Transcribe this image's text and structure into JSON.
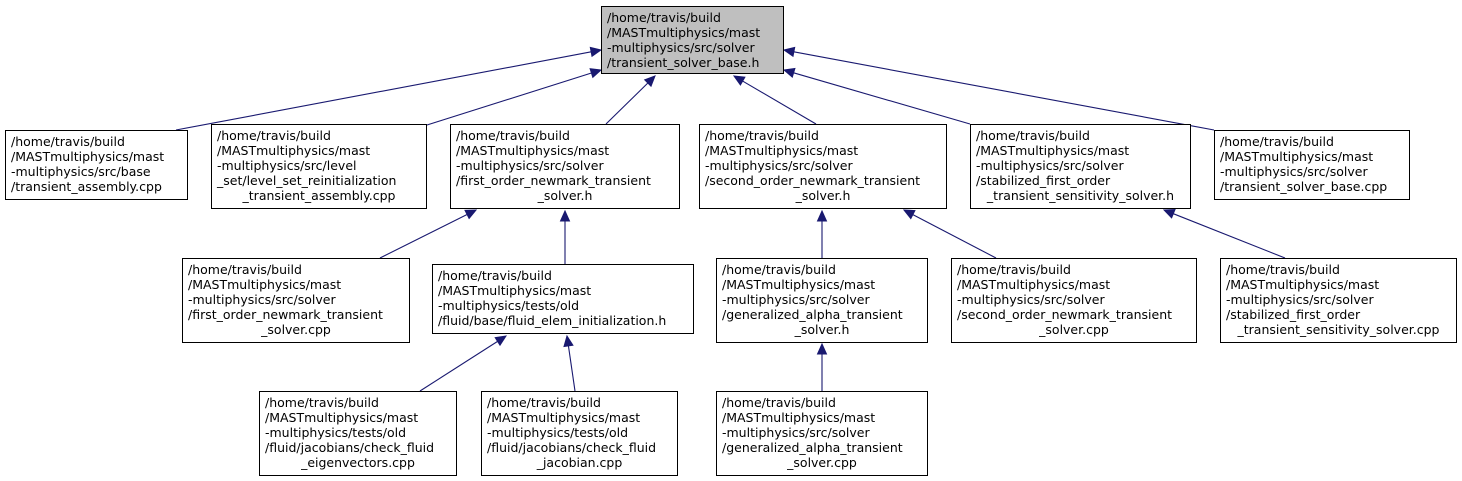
{
  "graph": {
    "edge_color": "#191970",
    "nodes": [
      {
        "id": "root",
        "highlight": true,
        "lines": [
          "/home/travis/build",
          "/MASTmultiphysics/mast",
          "-multiphysics/src/solver",
          "/transient_solver_base.h"
        ]
      },
      {
        "id": "n1",
        "lines": [
          "/home/travis/build",
          "/MASTmultiphysics/mast",
          "-multiphysics/src/base",
          "/transient_assembly.cpp"
        ]
      },
      {
        "id": "n2",
        "lines": [
          "/home/travis/build",
          "/MASTmultiphysics/mast",
          "-multiphysics/src/level",
          "_set/level_set_reinitialization",
          "_transient_assembly.cpp"
        ]
      },
      {
        "id": "n3",
        "lines": [
          "/home/travis/build",
          "/MASTmultiphysics/mast",
          "-multiphysics/src/solver",
          "/first_order_newmark_transient",
          "_solver.h"
        ]
      },
      {
        "id": "n4",
        "lines": [
          "/home/travis/build",
          "/MASTmultiphysics/mast",
          "-multiphysics/src/solver",
          "/second_order_newmark_transient",
          "_solver.h"
        ]
      },
      {
        "id": "n5",
        "lines": [
          "/home/travis/build",
          "/MASTmultiphysics/mast",
          "-multiphysics/src/solver",
          "/stabilized_first_order",
          "_transient_sensitivity_solver.h"
        ]
      },
      {
        "id": "n6",
        "lines": [
          "/home/travis/build",
          "/MASTmultiphysics/mast",
          "-multiphysics/src/solver",
          "/transient_solver_base.cpp"
        ]
      },
      {
        "id": "n7",
        "lines": [
          "/home/travis/build",
          "/MASTmultiphysics/mast",
          "-multiphysics/src/solver",
          "/first_order_newmark_transient",
          "_solver.cpp"
        ]
      },
      {
        "id": "n8",
        "lines": [
          "/home/travis/build",
          "/MASTmultiphysics/mast",
          "-multiphysics/tests/old",
          "/fluid/base/fluid_elem_initialization.h"
        ]
      },
      {
        "id": "n9",
        "lines": [
          "/home/travis/build",
          "/MASTmultiphysics/mast",
          "-multiphysics/src/solver",
          "/generalized_alpha_transient",
          "_solver.h"
        ]
      },
      {
        "id": "n10",
        "lines": [
          "/home/travis/build",
          "/MASTmultiphysics/mast",
          "-multiphysics/src/solver",
          "/second_order_newmark_transient",
          "_solver.cpp"
        ]
      },
      {
        "id": "n11",
        "lines": [
          "/home/travis/build",
          "/MASTmultiphysics/mast",
          "-multiphysics/src/solver",
          "/stabilized_first_order",
          "_transient_sensitivity_solver.cpp"
        ]
      },
      {
        "id": "n12",
        "lines": [
          "/home/travis/build",
          "/MASTmultiphysics/mast",
          "-multiphysics/tests/old",
          "/fluid/jacobians/check_fluid",
          "_eigenvectors.cpp"
        ]
      },
      {
        "id": "n13",
        "lines": [
          "/home/travis/build",
          "/MASTmultiphysics/mast",
          "-multiphysics/tests/old",
          "/fluid/jacobians/check_fluid",
          "_jacobian.cpp"
        ]
      },
      {
        "id": "n14",
        "lines": [
          "/home/travis/build",
          "/MASTmultiphysics/mast",
          "-multiphysics/src/solver",
          "/generalized_alpha_transient",
          "_solver.cpp"
        ]
      }
    ],
    "edges": [
      {
        "from": "n1",
        "to": "root"
      },
      {
        "from": "n2",
        "to": "root"
      },
      {
        "from": "n3",
        "to": "root"
      },
      {
        "from": "n4",
        "to": "root"
      },
      {
        "from": "n5",
        "to": "root"
      },
      {
        "from": "n6",
        "to": "root"
      },
      {
        "from": "n7",
        "to": "n3"
      },
      {
        "from": "n8",
        "to": "n3"
      },
      {
        "from": "n9",
        "to": "n4"
      },
      {
        "from": "n10",
        "to": "n4"
      },
      {
        "from": "n11",
        "to": "n5"
      },
      {
        "from": "n12",
        "to": "n8"
      },
      {
        "from": "n13",
        "to": "n8"
      },
      {
        "from": "n14",
        "to": "n9"
      }
    ]
  }
}
